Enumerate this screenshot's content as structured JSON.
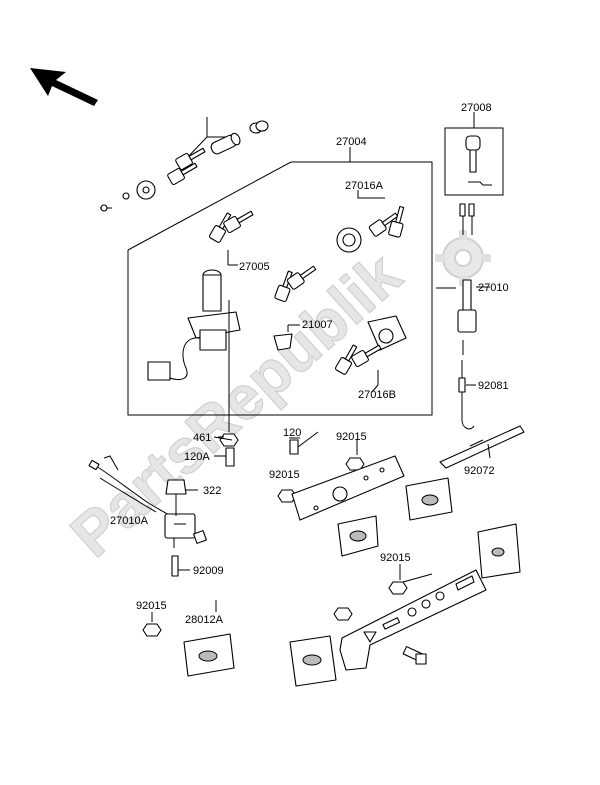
{
  "watermark": {
    "text": "PartsRepublik"
  },
  "part_labels": {
    "p27008": "27008",
    "p27004": "27004",
    "p27016A": "27016A",
    "p27005": "27005",
    "p27010": "27010",
    "p21007": "21007",
    "p27016B": "27016B",
    "p92081": "92081",
    "p461": "461",
    "p120": "120",
    "p92015a": "92015",
    "p120A": "120A",
    "p92015b": "92015",
    "p92072": "92072",
    "p322": "322",
    "p27010A": "27010A",
    "p92009": "92009",
    "p92015c": "92015",
    "p92015d": "92015",
    "p28012A": "28012A"
  }
}
